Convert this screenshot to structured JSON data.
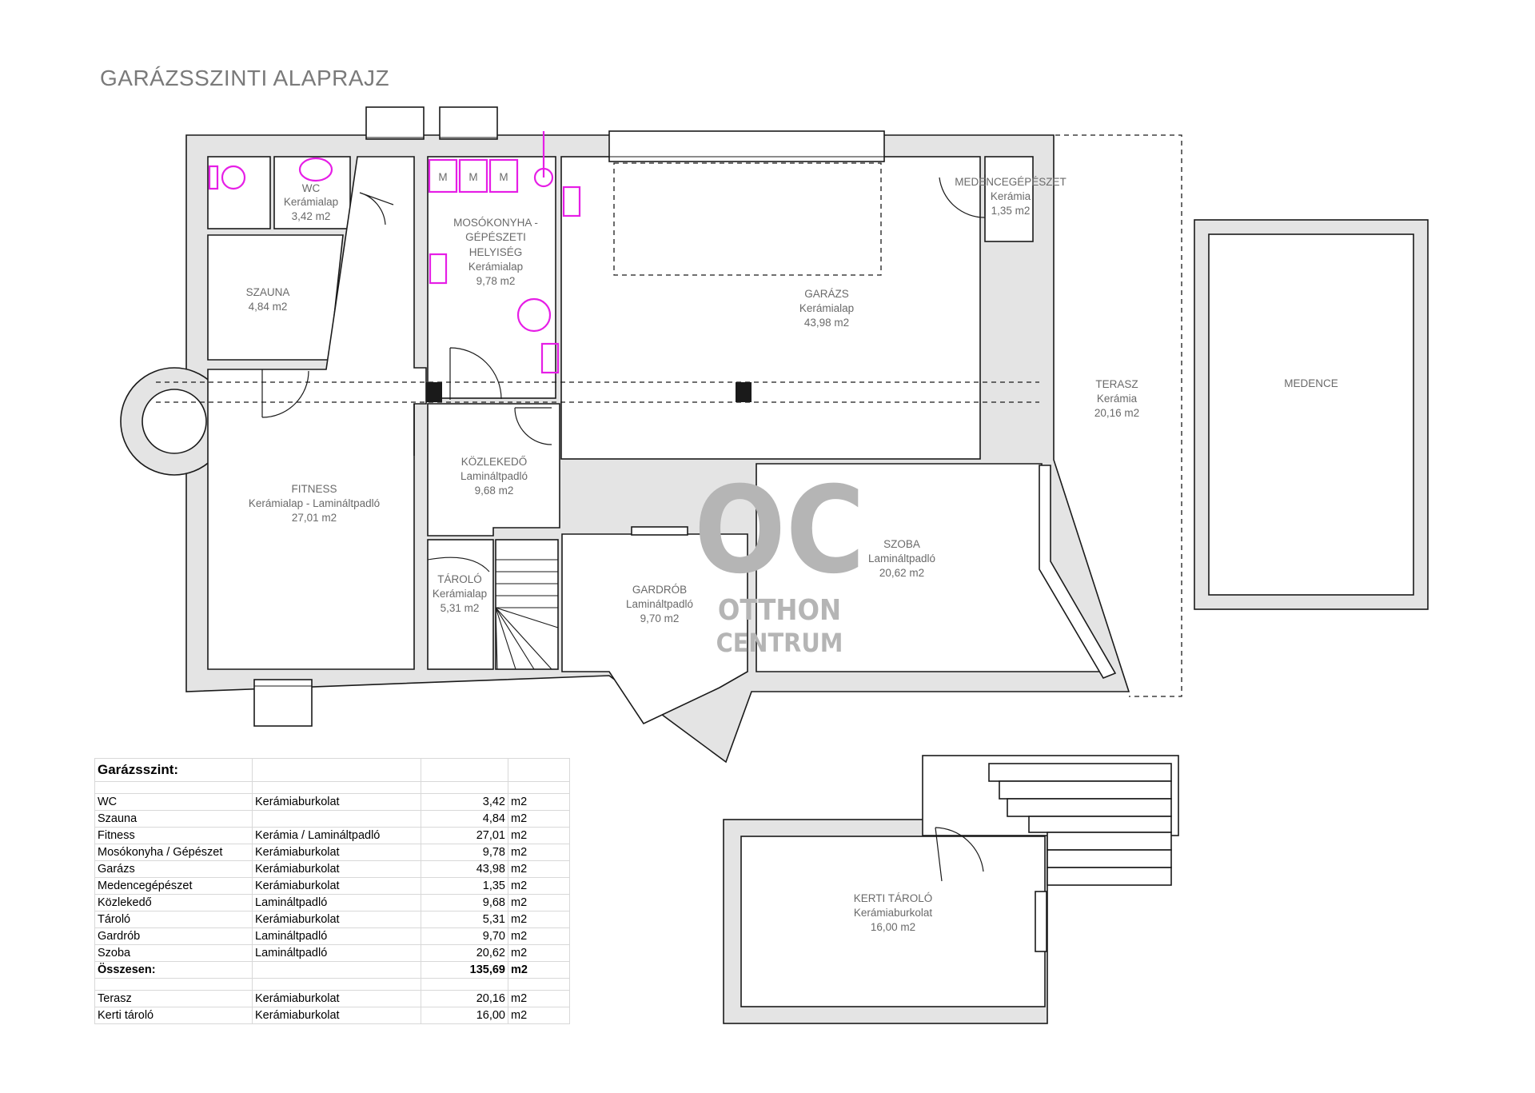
{
  "title": "GARÁZSSZINTI ALAPRAJZ",
  "rooms": {
    "wc": [
      "WC",
      "Kerámialap",
      "3,42 m2"
    ],
    "szauna": [
      "SZAUNA",
      "4,84 m2"
    ],
    "mosokonyha": [
      "MOSÓKONYHA -",
      "GÉPÉSZETI",
      "HELYISÉG",
      "Kerámialap",
      "9,78 m2"
    ],
    "medencegepeszet": [
      "MEDENCEGÉPÉSZET",
      "Kerámia",
      "1,35 m2"
    ],
    "garazs": [
      "GARÁZS",
      "Kerámialap",
      "43,98 m2"
    ],
    "terasz": [
      "TERASZ",
      "Kerámia",
      "20,16 m2"
    ],
    "medence": [
      "MEDENCE"
    ],
    "fitness": [
      "FITNESS",
      "Kerámialap - Lamináltpadló",
      "27,01 m2"
    ],
    "kozlekedo": [
      "KÖZLEKEDŐ",
      "Lamináltpadló",
      "9,68 m2"
    ],
    "szoba": [
      "SZOBA",
      "Lamináltpadló",
      "20,62 m2"
    ],
    "gardrob": [
      "GARDRÓB",
      "Lamináltpadló",
      "9,70 m2"
    ],
    "tarolo": [
      "TÁROLÓ",
      "Kerámialap",
      "5,31 m2"
    ],
    "kerti_tarolo": [
      "KERTI TÁROLÓ",
      "Kerámiaburkolat",
      "16,00 m2"
    ]
  },
  "appliance_label": "M",
  "watermark": {
    "logo": "OC",
    "line1": "OTTHON",
    "line2": "CENTRUM"
  },
  "colors": {
    "wall_fill": "#e4e4e4",
    "wall_stroke": "#1a1a1a",
    "fixture": "#e61ee6",
    "text": "#6a6a6a",
    "watermark": "#b5b5b5"
  },
  "table": {
    "title": "Garázsszint:",
    "rows": [
      [
        "WC",
        "Kerámiaburkolat",
        "3,42",
        "m2"
      ],
      [
        "Szauna",
        "",
        "4,84",
        "m2"
      ],
      [
        "Fitness",
        "Kerámia / Lamináltpadló",
        "27,01",
        "m2"
      ],
      [
        "Mosókonyha / Gépészet",
        "Kerámiaburkolat",
        "9,78",
        "m2"
      ],
      [
        "Garázs",
        "Kerámiaburkolat",
        "43,98",
        "m2"
      ],
      [
        "Medencegépészet",
        "Kerámiaburkolat",
        "1,35",
        "m2"
      ],
      [
        "Közlekedő",
        "Lamináltpadló",
        "9,68",
        "m2"
      ],
      [
        "Tároló",
        "Kerámiaburkolat",
        "5,31",
        "m2"
      ],
      [
        "Gardrób",
        "Lamináltpadló",
        "9,70",
        "m2"
      ],
      [
        "Szoba",
        "Lamináltpadló",
        "20,62",
        "m2"
      ]
    ],
    "total": [
      "Összesen:",
      "",
      "135,69",
      "m2"
    ],
    "extra_rows": [
      [
        "Terasz",
        "Kerámiaburkolat",
        "20,16",
        "m2"
      ],
      [
        "Kerti tároló",
        "Kerámiaburkolat",
        "16,00",
        "m2"
      ]
    ]
  }
}
